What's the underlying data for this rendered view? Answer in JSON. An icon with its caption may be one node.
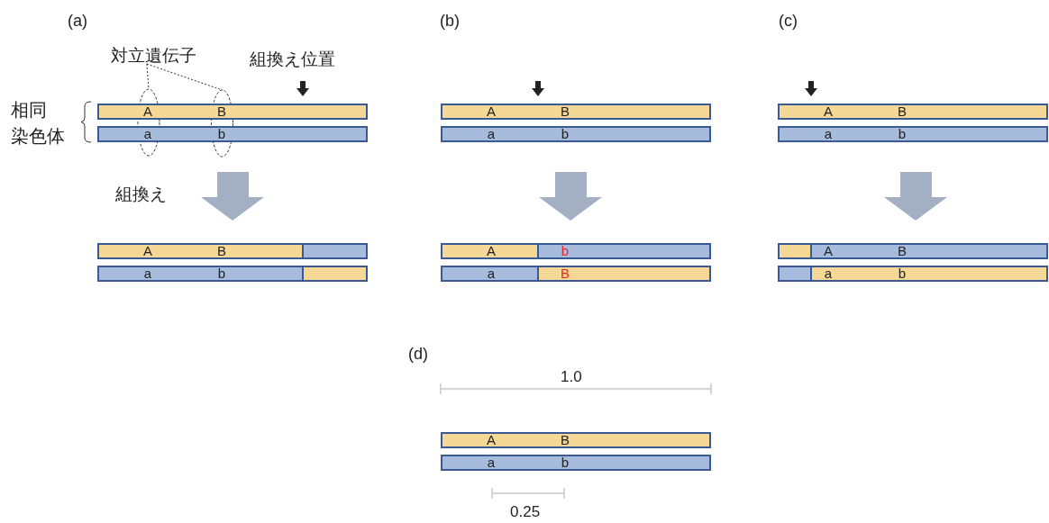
{
  "diagram": {
    "nodes": [
      {
        "text": [
          "対立遺伝子"
        ]
      },
      {
        "text": [
          "A",
          "B"
        ]
      },
      {
        "text": [
          "a",
          "b"
        ]
      },
      {
        "text": [
          "A",
          "B"
        ]
      },
      {
        "text": [
          "a",
          "b"
        ]
      },
      {
        "text": [
          "A",
          "B"
        ]
      },
      {
        "text": [
          "a",
          "b"
        ]
      },
      {
        "text": [
          "A",
          "b"
        ]
      },
      {
        "text": [
          "a",
          "B"
        ]
      },
      {
        "text": [
          "A",
          "B"
        ]
      },
      {
        "text": [
          "a",
          "b"
        ]
      },
      {
        "text": [
          "A",
          "B"
        ]
      },
      {
        "text": [
          "a",
          "b"
        ]
      },
      {
        "text": [
          "A",
          "B"
        ]
      },
      {
        "text": [
          "a",
          "b"
        ]
      }
    ],
    "edges": [
      {
        "from": 0,
        "to": null,
        "arrow": "none",
        "style": "dashed"
      },
      {
        "from": 0,
        "to": null,
        "arrow": "none",
        "style": "dashed"
      },
      {
        "from": 2,
        "to": 3,
        "arrow": "to",
        "style": "thick",
        "label": "組換え"
      },
      {
        "from": 6,
        "to": 7,
        "arrow": "to",
        "style": "thick"
      },
      {
        "from": 10,
        "to": 11,
        "arrow": "to",
        "style": "thick"
      }
    ],
    "labels": [
      "(a)",
      "(b)",
      "(c)",
      "組換え位置",
      "相同染色体",
      "(d)",
      "1.0",
      "0.25"
    ]
  }
}
